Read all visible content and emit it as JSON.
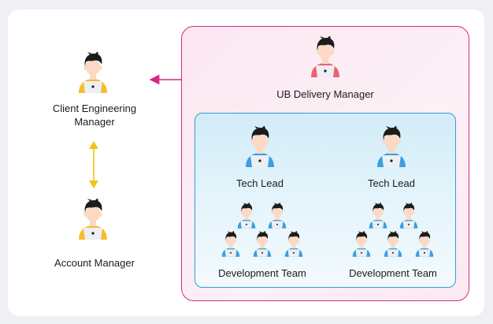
{
  "labels": {
    "client_engineering_manager": "Client Engineering\nManager",
    "account_manager": "Account Manager",
    "ub_delivery_manager": "UB Delivery Manager",
    "tech_lead_1": "Tech Lead",
    "tech_lead_2": "Tech Lead",
    "dev_team_1": "Development Team",
    "dev_team_2": "Development Team"
  },
  "colors": {
    "yellow_shirt": "#f6be2c",
    "red_shirt": "#ef5f6f",
    "blue_shirt": "#3c9fe0",
    "skin": "#fbd9c4",
    "hair": "#1c1c1c",
    "laptop": "#eceff3",
    "pink_border": "#d6297f",
    "blue_border": "#2e9fd4",
    "yellow_arrow": "#f1c40f",
    "pink_arrow": "#d6297f"
  }
}
